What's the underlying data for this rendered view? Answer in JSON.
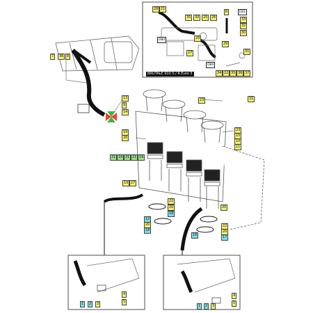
{
  "inset_title": "BRUTALE 910 S / R Euro 3",
  "codes": [
    "E83",
    "O84",
    "O84"
  ],
  "labels": {
    "inset_top": [
      "28",
      "21",
      "35",
      "30",
      "25",
      "26",
      "6"
    ],
    "inset_right": [
      "33",
      "32",
      "30"
    ],
    "inset_mid": [
      "29",
      "29",
      "27",
      "31"
    ],
    "inset_bottom": [
      "34",
      "22",
      "35",
      "36",
      "37"
    ],
    "left_top": [
      "7",
      "36",
      "8"
    ],
    "left_mid": [
      "13",
      "9",
      "14",
      "19",
      "26",
      "21",
      "16",
      "21",
      "21",
      "19"
    ],
    "center_lower": [
      "19",
      "27",
      "22",
      "20",
      "12",
      "20",
      "18",
      "18",
      "22",
      "20",
      "17",
      "18"
    ],
    "right_side": [
      "23",
      "31",
      "23",
      "15",
      "10",
      "11",
      "20"
    ],
    "bottom_left": [
      "1",
      "4",
      "2",
      "3",
      "5"
    ],
    "bottom_right": [
      "1",
      "4",
      "2",
      "3",
      "5"
    ]
  }
}
